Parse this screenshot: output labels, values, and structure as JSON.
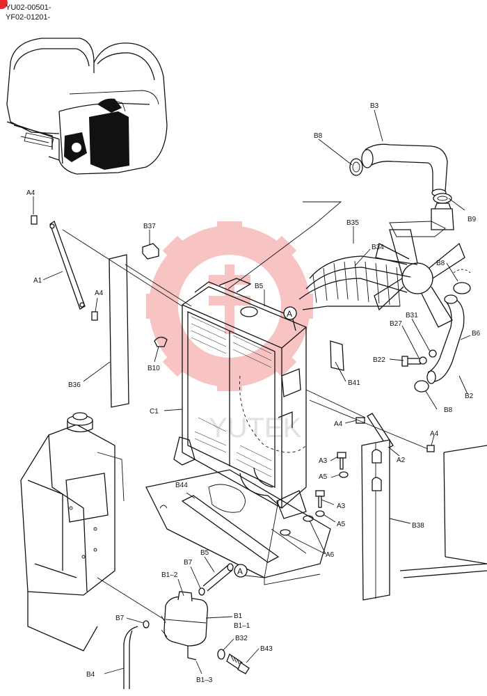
{
  "header": {
    "code1": "YU02-00501-",
    "code2": "YF02-01201-"
  },
  "watermark": {
    "text": "YUTEK",
    "logo_color": "#e32b2b"
  },
  "circle_ref": "A",
  "labels": {
    "A1": "A1",
    "A2": "A2",
    "A3": "A3",
    "A4": "A4",
    "A5": "A5",
    "A6": "A6",
    "B1": "B1",
    "B1_1": "B1–1",
    "B1_2": "B1–2",
    "B1_3": "B1–3",
    "B2": "B2",
    "B3": "B3",
    "B4": "B4",
    "B5": "B5",
    "B6": "B6",
    "B7": "B7",
    "B8": "B8",
    "B9": "B9",
    "B10": "B10",
    "B22": "B22",
    "B27": "B27",
    "B31": "B31",
    "B32": "B32",
    "B34": "B34",
    "B35": "B35",
    "B36": "B36",
    "B37": "B37",
    "B38": "B38",
    "B41": "B41",
    "B43": "B43",
    "B44": "B44",
    "C1": "C1"
  }
}
